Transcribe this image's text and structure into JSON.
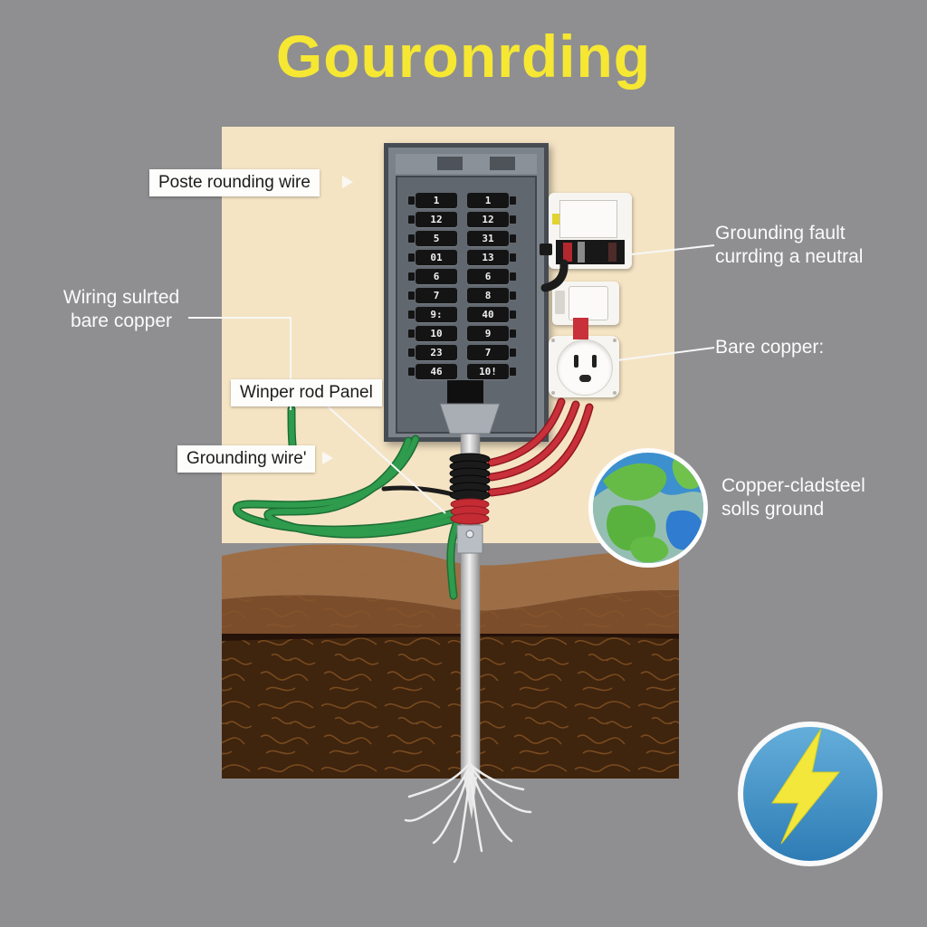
{
  "title": "Gouronrding",
  "left_labels": {
    "poste": "Poste rounding wire",
    "wiring_line1": "Wiring sulrted",
    "wiring_line2": "bare copper",
    "winper": "Winper rod Panel",
    "grounding": "Grounding wire'"
  },
  "right_labels": {
    "fault_line1": "Grounding fault",
    "fault_line2": "currding a neutral",
    "bare_copper": "Bare copper:",
    "copper_line1": "Copper-cladsteel",
    "copper_line2": "solls ground"
  },
  "panel": {
    "breakers_left": [
      "1",
      "12",
      "5",
      "01",
      "6",
      "7",
      "9:",
      "10",
      "23",
      "46"
    ],
    "breakers_right": [
      "1",
      "12",
      "31",
      "13",
      "6",
      "8",
      "40",
      "9",
      "7",
      "10!"
    ]
  },
  "icons": {
    "globe": "earth-globe-icon",
    "lightning": "lightning-bolt-icon"
  },
  "colors": {
    "background": "#8F8F91",
    "wall": "#F5E4C4",
    "title_yellow": "#F6E733",
    "green_wire": "#2E9B4D",
    "red_wire": "#C8303A",
    "soil_light": "#9D6D46",
    "soil_dark": "#3F240E",
    "globe_blue": "#3C90CE",
    "globe_green": "#5CB842",
    "bolt_yellow": "#F2E73A",
    "bolt_circle": "#2E7CB5"
  }
}
